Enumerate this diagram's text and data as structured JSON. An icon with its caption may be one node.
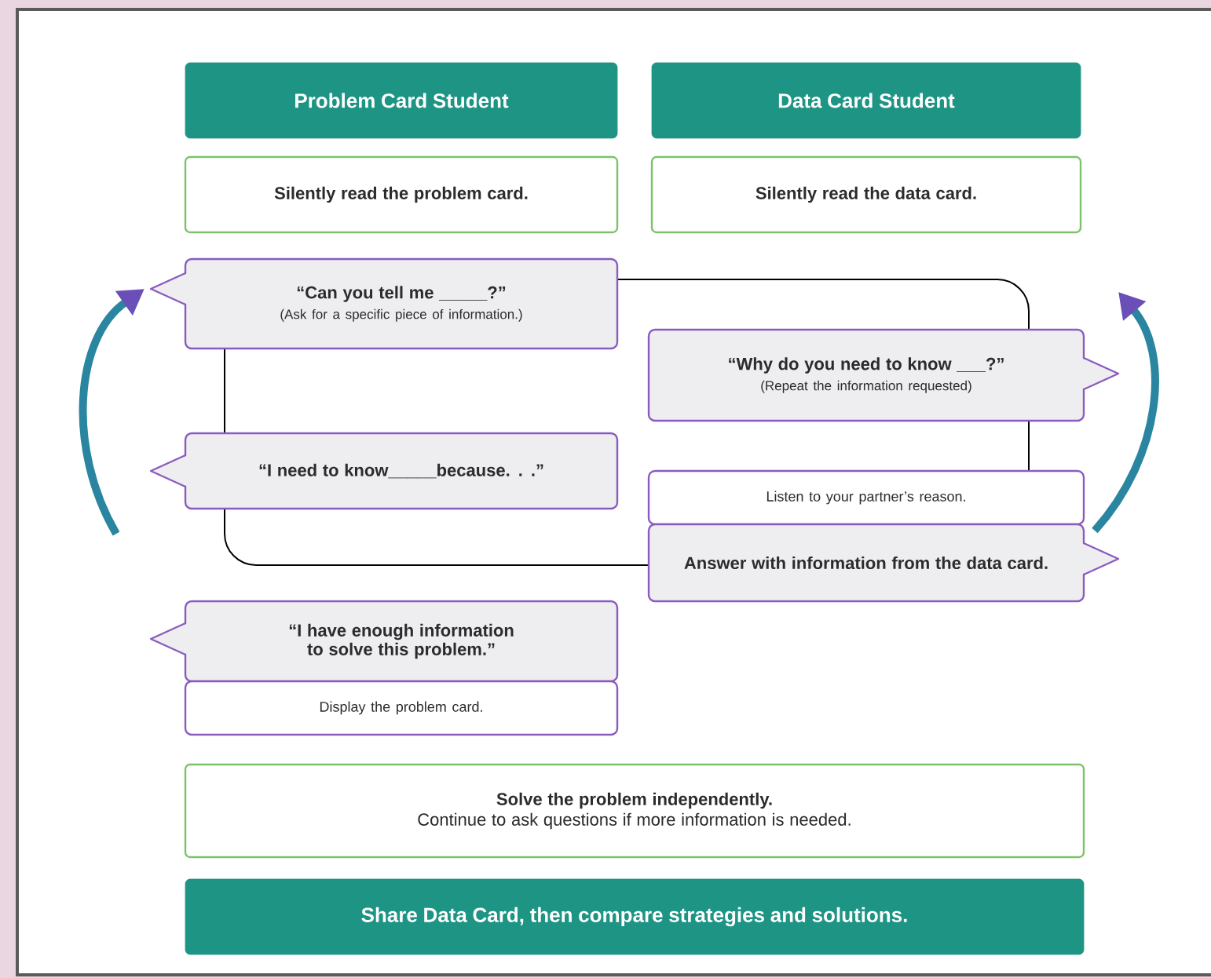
{
  "diagram": {
    "nodes": [
      {
        "text": [
          "Problem Card Student"
        ]
      },
      {
        "text": [
          "Data Card Student"
        ]
      },
      {
        "text": [
          "Silently read the problem card."
        ]
      },
      {
        "text": [
          "Silently read the data card."
        ]
      },
      {
        "text": [
          "“Can you tell me _____?”",
          "(Ask for a specific piece of information.)"
        ]
      },
      {
        "text": [
          "“Why do you need to know ___?”",
          "(Repeat the information requested)"
        ]
      },
      {
        "text": [
          "“I need to know_____because. . .”"
        ]
      },
      {
        "text": [
          "Listen to your partner’s reason."
        ]
      },
      {
        "text": [
          "Answer with information from the data card."
        ]
      },
      {
        "text": [
          "“I have enough information to solve this problem.”"
        ]
      },
      {
        "text": [
          "Display the problem card."
        ]
      },
      {
        "text": [
          "Solve the problem independently.",
          "Continue to ask questions if more information is needed."
        ]
      },
      {
        "text": [
          "Share Data Card, then compare strategies and solutions."
        ]
      }
    ]
  }
}
